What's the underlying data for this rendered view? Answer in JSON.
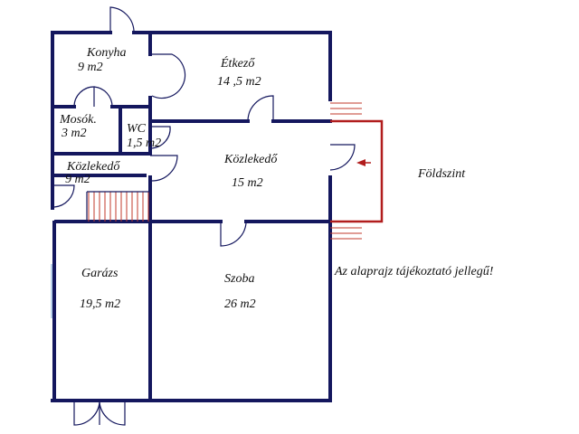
{
  "rooms": [
    {
      "name": "Konyha",
      "area": "9 m2"
    },
    {
      "name": "Étkező",
      "area": "14 ,5 m2"
    },
    {
      "name": "Mosók.",
      "area": "3 m2"
    },
    {
      "name": "WC",
      "area": "1,5 m2"
    },
    {
      "name": "Közlekedő",
      "area": "9 m2"
    },
    {
      "name": "Közlekedő",
      "area": "15 m2"
    },
    {
      "name": "Garázs",
      "area": "19,5 m2"
    },
    {
      "name": "Szoba",
      "area": "26 m2"
    }
  ],
  "floor_label": "Földszint",
  "disclaimer": "Az alaprajz tájékoztató jellegű!",
  "colors": {
    "wall": "#14175e",
    "window": "#bcd4ec",
    "terrace": "#b11d1d",
    "stair": "#c0392b"
  }
}
